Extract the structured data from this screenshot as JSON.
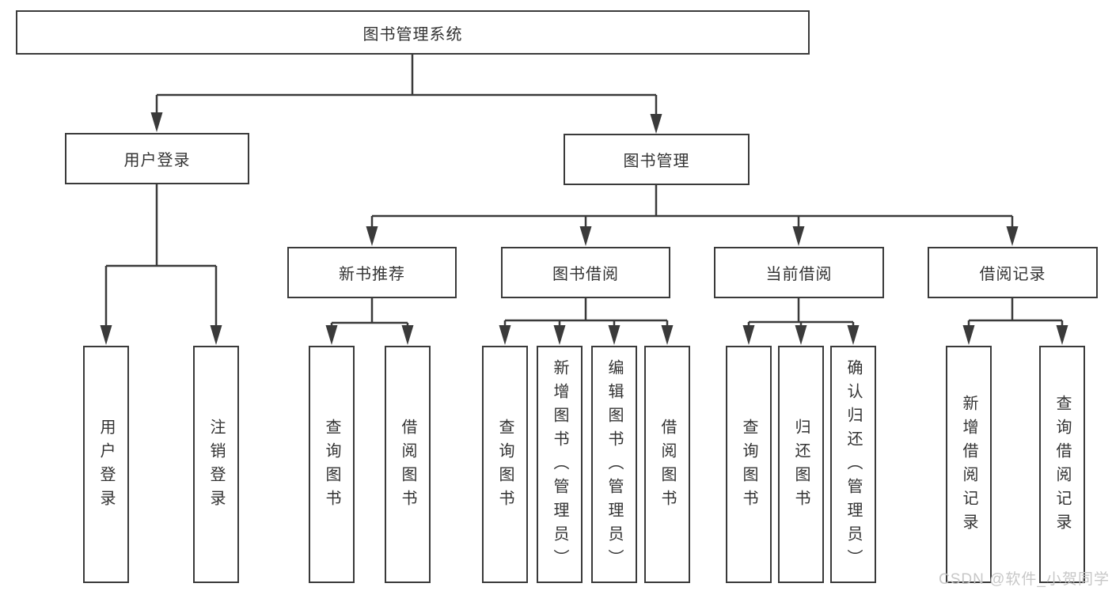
{
  "root": {
    "label": "图书管理系统"
  },
  "branches": [
    {
      "label": "用户登录",
      "leaves": [
        {
          "label": "用户登录"
        },
        {
          "label": "注销登录"
        }
      ]
    },
    {
      "label": "图书管理",
      "sections": [
        {
          "label": "新书推荐",
          "leaves": [
            {
              "label": "查询图书"
            },
            {
              "label": "借阅图书"
            }
          ]
        },
        {
          "label": "图书借阅",
          "leaves": [
            {
              "label": "查询图书"
            },
            {
              "label": "新增图书（管理员）"
            },
            {
              "label": "编辑图书（管理员）"
            },
            {
              "label": "借阅图书"
            }
          ]
        },
        {
          "label": "当前借阅",
          "leaves": [
            {
              "label": "查询图书"
            },
            {
              "label": "归还图书"
            },
            {
              "label": "确认归还（管理员）"
            }
          ]
        },
        {
          "label": "借阅记录",
          "leaves": [
            {
              "label": "新增借阅记录"
            },
            {
              "label": "查询借阅记录"
            }
          ]
        }
      ]
    }
  ],
  "watermark": "CSDN @软件_小贺同学",
  "colors": {
    "line": "#3a3a3a",
    "text": "#333333",
    "background": "#ffffff",
    "watermark": "#c5c5c5"
  }
}
